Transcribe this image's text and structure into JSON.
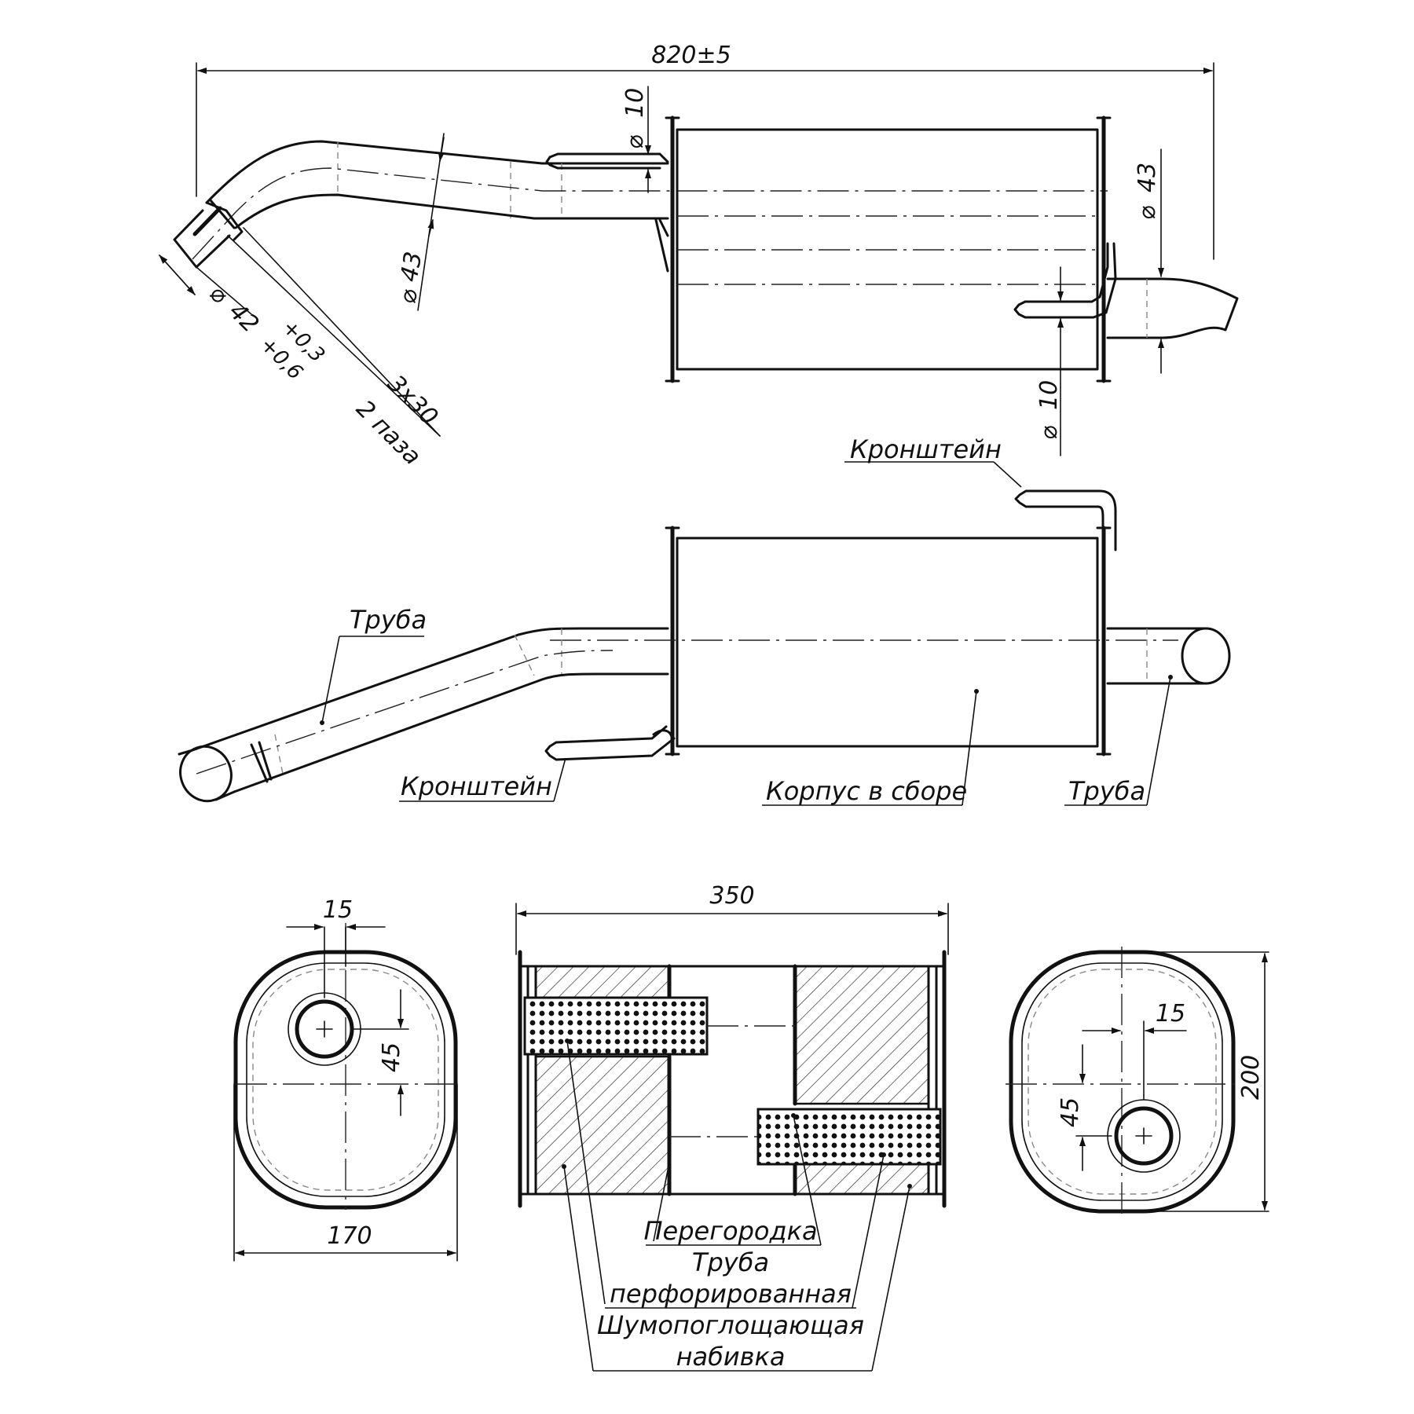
{
  "top_view": {
    "overall_length": "820±5",
    "inlet_pipe_diameter": "43",
    "outlet_pipe_diameter": "43",
    "bracket_left_diameter": "10",
    "bracket_right_diameter": "10",
    "inlet_socket_diameter": "42",
    "inlet_socket_tol_upper": "+0,3",
    "inlet_socket_tol_lower": "+0,6",
    "slot_size": "3x30",
    "slot_count": "2 паза"
  },
  "side_view": {
    "bracket_upper_label": "Кронштейн",
    "bracket_lower_label": "Кронштейн",
    "inlet_pipe_label": "Труба",
    "body_label": "Корпус в сборе",
    "outlet_pipe_label": "Труба"
  },
  "left_end_view": {
    "width": "170",
    "port_offset_h": "15",
    "port_offset_v": "45"
  },
  "section_view": {
    "length": "350",
    "baffle_label": "Перегородка",
    "perforated_pipe_label_1": "Труба",
    "perforated_pipe_label_2": "перфорированная",
    "packing_label_1": "Шумопоглощающая",
    "packing_label_2": "набивка"
  },
  "right_end_view": {
    "height": "200",
    "port_offset_h": "15",
    "port_offset_v": "45"
  }
}
